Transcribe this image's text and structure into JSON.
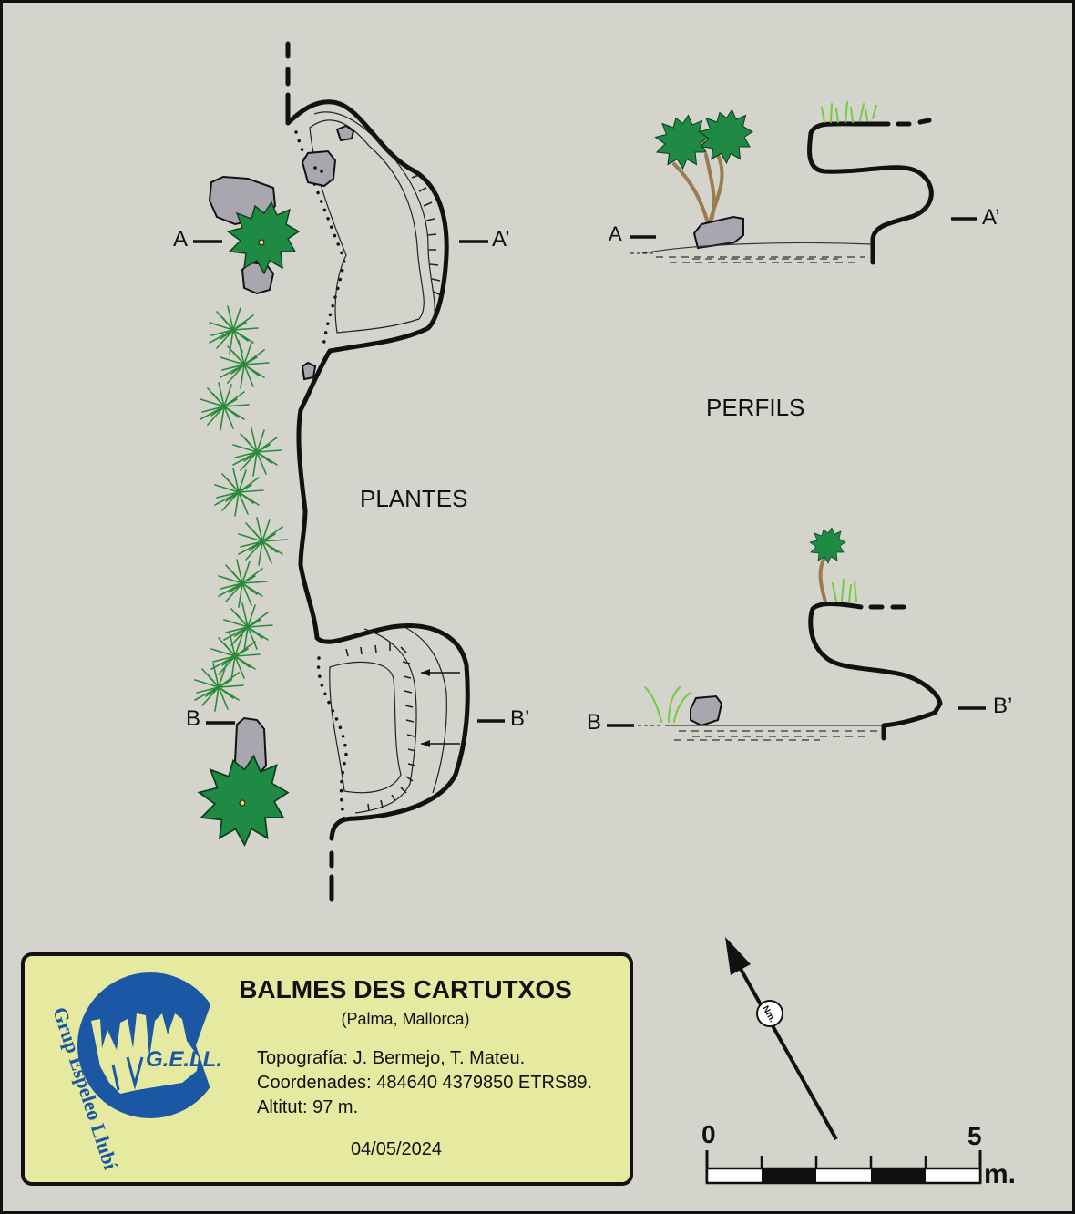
{
  "labels": {
    "plan_title": "PLANTES",
    "profile_title": "PERFILS",
    "a": "A",
    "a_prime": "A’",
    "b": "B",
    "b_prime": "B’"
  },
  "info_box": {
    "title": "BALMES DES CARTUTXOS",
    "location": "(Palma, Mallorca)",
    "topography": "Topografía: J. Bermejo, T. Mateu.",
    "coordinates": "Coordenades: 484640 4379850 ETRS89.",
    "altitude": "Altitut: 97 m.",
    "date": "04/05/2024"
  },
  "logo": {
    "abbrev": "G.E.LL.",
    "ring_text": "Grup Espeleo Llubí"
  },
  "scale": {
    "start": "0",
    "end": "5",
    "unit": "m."
  },
  "north": {
    "label": "Nm."
  },
  "colors": {
    "background": "#d4d4cc",
    "info_box": "#e5eaa0",
    "logo_blue": "#1b57a5",
    "vegetation": "#1e8a44",
    "rock": "#aaa6b0",
    "trunk": "#9c7a52"
  }
}
